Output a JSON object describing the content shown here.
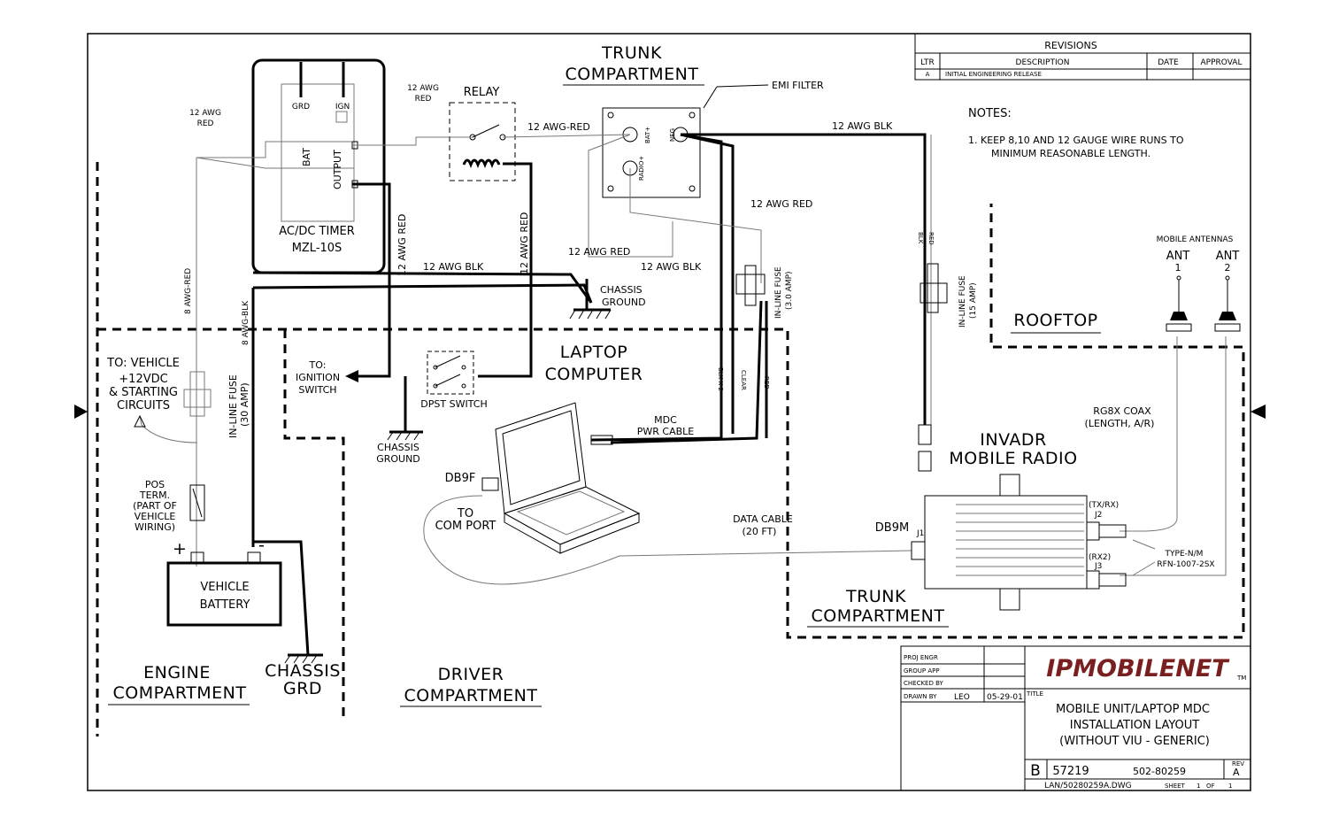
{
  "labels": {
    "trunk_top_1": "TRUNK",
    "trunk_top_2": "COMPARTMENT",
    "emi_filter": "EMI FILTER",
    "relay": "RELAY",
    "awg12_red_relay_1": "12 AWG",
    "awg12_red_relay_2": "RED",
    "awg12_red_left_1": "12 AWG",
    "awg12_red_left_2": "RED",
    "grd": "GRD",
    "ign": "IGN",
    "bat": "BAT",
    "output": "OUTPUT",
    "timer_1": "AC/DC TIMER",
    "timer_2": "MZL-10S",
    "awg12_red_top": "12 AWG-RED",
    "awg12_blk_top": "12 AWG BLK",
    "bat_plus": "BAT+",
    "neg": "NEG",
    "radio_plus": "RADIO+",
    "awg12_red_mid": "12 AWG RED",
    "awg12_red_low": "12 AWG RED",
    "awg12_blk_left": "12 AWG BLK",
    "awg12_blk_right": "12 AWG BLK",
    "awg12_red_v1": "12 AWG RED",
    "awg12_red_v2": "12 AWG RED",
    "chassis_ground_1": "CHASSIS",
    "chassis_ground_2": "GROUND",
    "awg8_red": "8 AWG-RED",
    "awg8_blk": "8 AWG-BLK",
    "inline_fuse_30_1": "IN-LINE FUSE",
    "inline_fuse_30_2": "(30 AMP)",
    "inline_fuse_3_1": "IN-LINE FUSE",
    "inline_fuse_3_2": "(3.0 AMP)",
    "inline_fuse_15_1": "IN-LINE FUSE",
    "inline_fuse_15_2": "(15 AMP)",
    "blk": "BLK",
    "red": "RED",
    "notes_title": "NOTES:",
    "note_1_a": "1.  KEEP 8,10 AND 12 GAUGE WIRE RUNS TO",
    "note_1_b": "MINIMUM REASONABLE LENGTH.",
    "mobile_antennas": "MOBILE ANTENNAS",
    "ant1_a": "ANT",
    "ant1_b": "1",
    "ant2_a": "ANT",
    "ant2_b": "2",
    "rooftop": "ROOFTOP",
    "to_vehicle_1": "TO: VEHICLE",
    "to_vehicle_2": "+12VDC",
    "to_vehicle_3": "& STARTING",
    "to_vehicle_4": "CIRCUITS",
    "to_ignition_1": "TO:",
    "to_ignition_2": "IGNITION",
    "to_ignition_3": "SWITCH",
    "laptop_1": "LAPTOP",
    "laptop_2": "COMPUTER",
    "dpst": "DPST SWITCH",
    "chassis_ground_b1": "CHASSIS",
    "chassis_ground_b2": "GROUND",
    "blk_x2": "BLK X 2",
    "clear": "CLEAR",
    "red_v": "RED",
    "mdc_1": "MDC",
    "mdc_2": "PWR CABLE",
    "rg8x_1": "RG8X COAX",
    "rg8x_2": "(LENGTH, A/R)",
    "invadr_1": "INVADR",
    "invadr_2": "MOBILE RADIO",
    "db9f": "DB9F",
    "to_com_1": "TO",
    "to_com_2": "COM PORT",
    "pos_term_1": "POS",
    "pos_term_2": "TERM.",
    "pos_term_3": "(PART OF",
    "pos_term_4": "VEHICLE",
    "pos_term_5": "WIRING)",
    "plus": "+",
    "minus": "-",
    "battery_1": "VEHICLE",
    "battery_2": "BATTERY",
    "data_cable_1": "DATA CABLE",
    "data_cable_2": "(20 FT)",
    "db9m": "DB9M",
    "j1": "J1",
    "txrx": "(TX/RX)",
    "j2": "J2",
    "rx2": "(RX2)",
    "j3": "J3",
    "type_n_1": "TYPE-N/M",
    "type_n_2": "RFN-1007-2SX",
    "trunk_bottom_1": "TRUNK",
    "trunk_bottom_2": "COMPARTMENT",
    "engine_1": "ENGINE",
    "engine_2": "COMPARTMENT",
    "chassis_grd_1": "CHASSIS",
    "chassis_grd_2": "GRD",
    "driver_1": "DRIVER",
    "driver_2": "COMPARTMENT"
  },
  "revisions": {
    "title": "REVISIONS",
    "headers": [
      "LTR",
      "DESCRIPTION",
      "DATE",
      "APPROVAL"
    ],
    "rows": [
      {
        "ltr": "A",
        "description": "INITIAL ENGINEERING RELEASE",
        "date": "",
        "approval": ""
      }
    ]
  },
  "title_block": {
    "proj_engr": "PROJ ENGR",
    "group_app": "GROUP APP",
    "checked_by": "CHECKED BY",
    "drawn_by": "DRAWN BY",
    "drawn_by_value": "LEO",
    "drawn_date": "05-29-01",
    "logo": "IPMOBILENET",
    "logo_tm": "TM",
    "title_label": "TITLE",
    "title_1": "MOBILE UNIT/LAPTOP MDC",
    "title_2": "INSTALLATION LAYOUT",
    "title_3": "(WITHOUT VIU - GENERIC)",
    "size": "B",
    "code": "57219",
    "dwg_no": "502-80259",
    "rev_label": "REV",
    "rev": "A",
    "file": "LAN/50280259A.DWG",
    "sheet_label": "SHEET",
    "sheet": "1",
    "of_label": "OF",
    "sheet_total": "1",
    "logo_color": "#7a1f1f"
  }
}
